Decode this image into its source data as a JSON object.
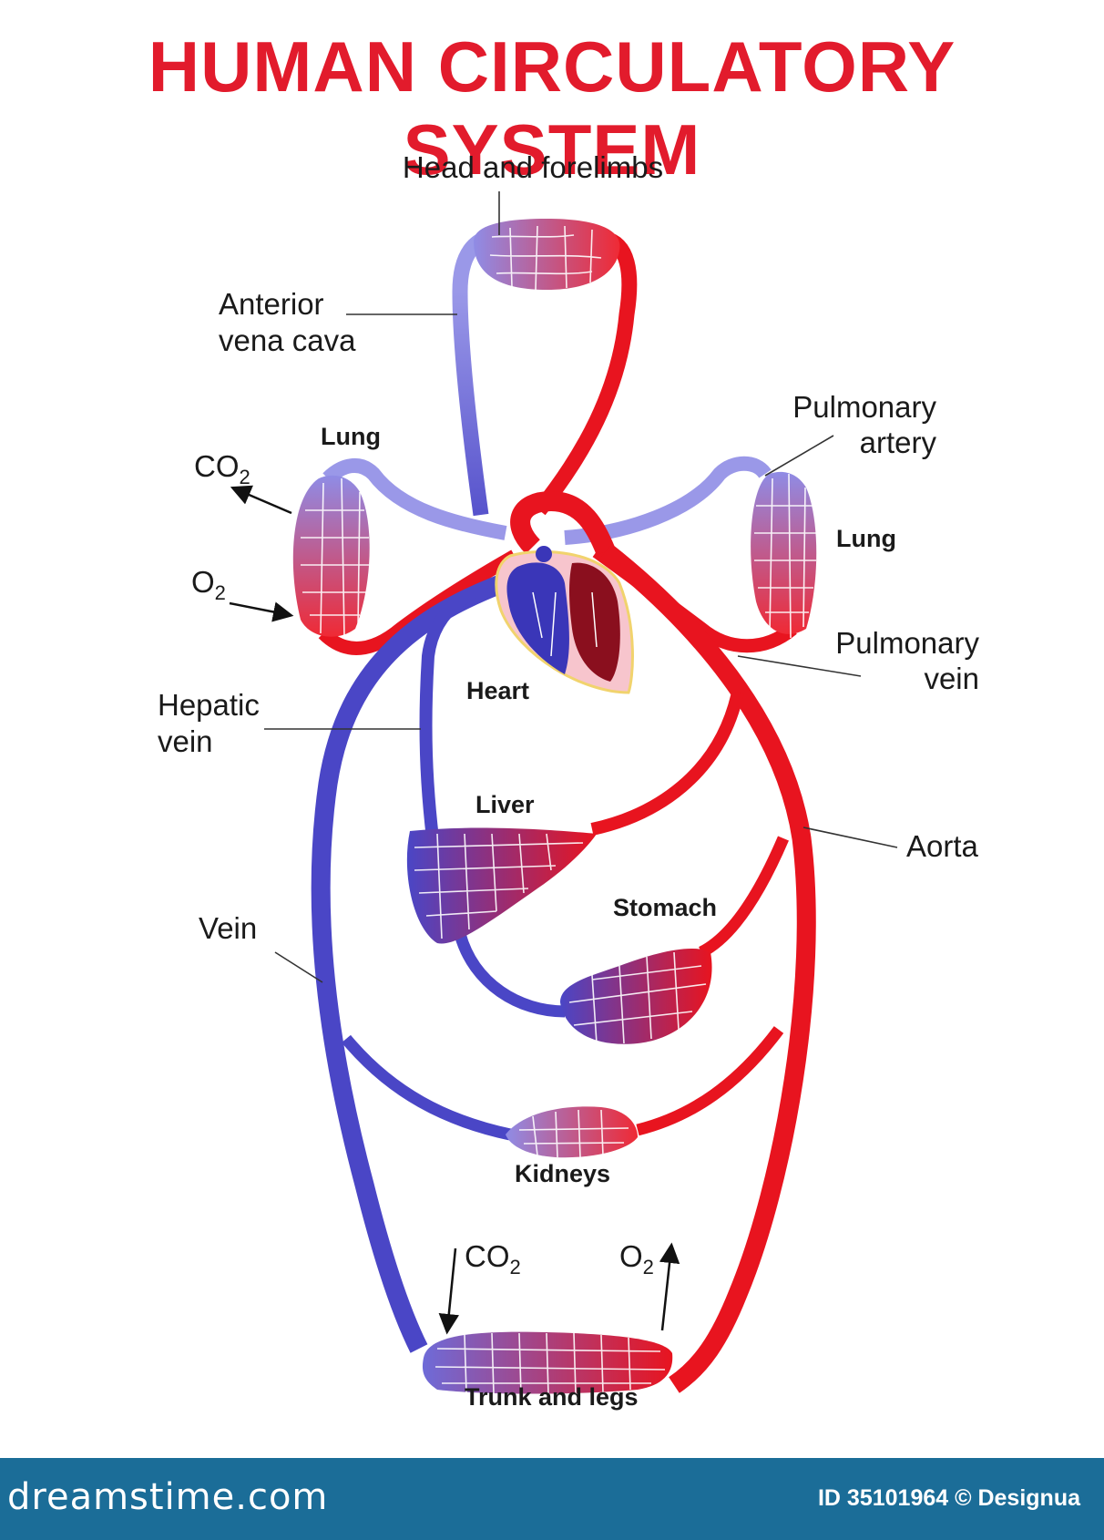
{
  "title": "HUMAN CIRCULATORY SYSTEM",
  "labels": {
    "head_forelimbs": "Head and forelimbs",
    "anterior_vena_cava_1": "Anterior",
    "anterior_vena_cava_2": "vena cava",
    "pulmonary_artery_1": "Pulmonary",
    "pulmonary_artery_2": "artery",
    "lung_left": "Lung",
    "lung_right": "Lung",
    "co2_lung": "CO",
    "o2_lung": "O",
    "co2_trunk": "CO",
    "o2_trunk": "O",
    "subscript_2": "2",
    "heart": "Heart",
    "pulmonary_vein_1": "Pulmonary",
    "pulmonary_vein_2": "vein",
    "hepatic_vein_1": "Hepatic",
    "hepatic_vein_2": "vein",
    "liver": "Liver",
    "aorta": "Aorta",
    "stomach": "Stomach",
    "vein": "Vein",
    "kidneys": "Kidneys",
    "trunk_legs": "Trunk and legs"
  },
  "footer": {
    "brand": "dreamstime.com",
    "id_text": "ID 35101964 © Designua"
  },
  "colors": {
    "artery": "#e8141f",
    "vein": "#4a46c6",
    "vein_light": "#9a98e8",
    "title": "#e21b2c",
    "footer_bg": "#1b6d98"
  }
}
